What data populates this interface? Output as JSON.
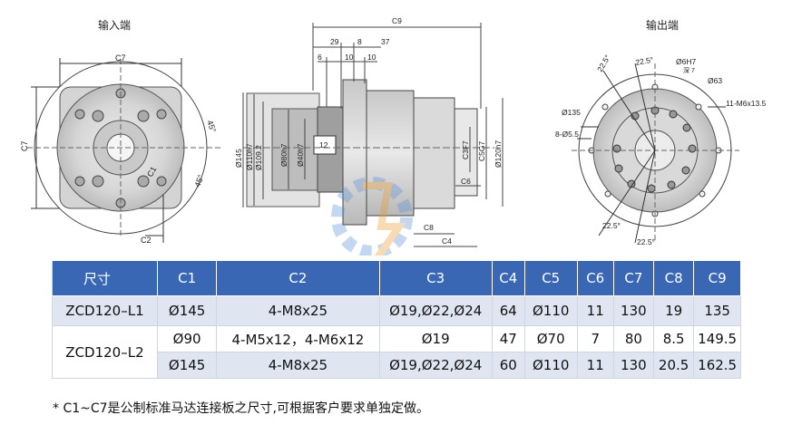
{
  "views": {
    "input_label": "输入端",
    "output_label": "输出端"
  },
  "dims": {
    "left": {
      "c7_top": "C7",
      "c7_side": "C7",
      "c1": "C1",
      "c2": "C2",
      "a45_top": "45°",
      "a45_bottom": "45°"
    },
    "side": {
      "c9": "C9",
      "d29": "29",
      "d8": "8",
      "d37": "37",
      "d6": "6",
      "d10a": "10",
      "d10b": "10",
      "d145": "Ø145",
      "d110": "Ø110h7",
      "d109": "Ø109.2",
      "d80": "Ø80h7",
      "d40": "Ø40h7",
      "d12": "12",
      "c3": "C3F7",
      "c5": "C5G7",
      "d120": "Ø120h7",
      "c6": "C6",
      "c8": "C8",
      "c4": "C4"
    },
    "right": {
      "a225_1": "22.5°",
      "a225_2": "22.5°",
      "a225_3": "22.5°",
      "a225_4": "22.5°",
      "d6h7": "Ø6H7",
      "deep": "深 7",
      "d63": "Ø63",
      "m6": "11-M6x13.5",
      "d135": "Ø135",
      "d55": "8-Ø5.5"
    }
  },
  "table": {
    "headers": [
      "尺寸",
      "C1",
      "C2",
      "C3",
      "C4",
      "C5",
      "C6",
      "C7",
      "C8",
      "C9"
    ],
    "row1": [
      "ZCD120–L1",
      "Ø145",
      "4-M8x25",
      "Ø19,Ø22,Ø24",
      "64",
      "Ø110",
      "11",
      "130",
      "19",
      "135"
    ],
    "model2": "ZCD120–L2",
    "row2": [
      "Ø90",
      "4-M5x12，4-M6x12",
      "Ø19",
      "47",
      "Ø70",
      "7",
      "80",
      "8.5",
      "149.5"
    ],
    "row3": [
      "Ø145",
      "4-M8x25",
      "Ø19,Ø22,Ø24",
      "60",
      "Ø110",
      "11",
      "130",
      "20.5",
      "162.5"
    ]
  },
  "footnote": "* C1~C7是公制标准马达连接板之尺寸,可根据客户要求单独定做。"
}
